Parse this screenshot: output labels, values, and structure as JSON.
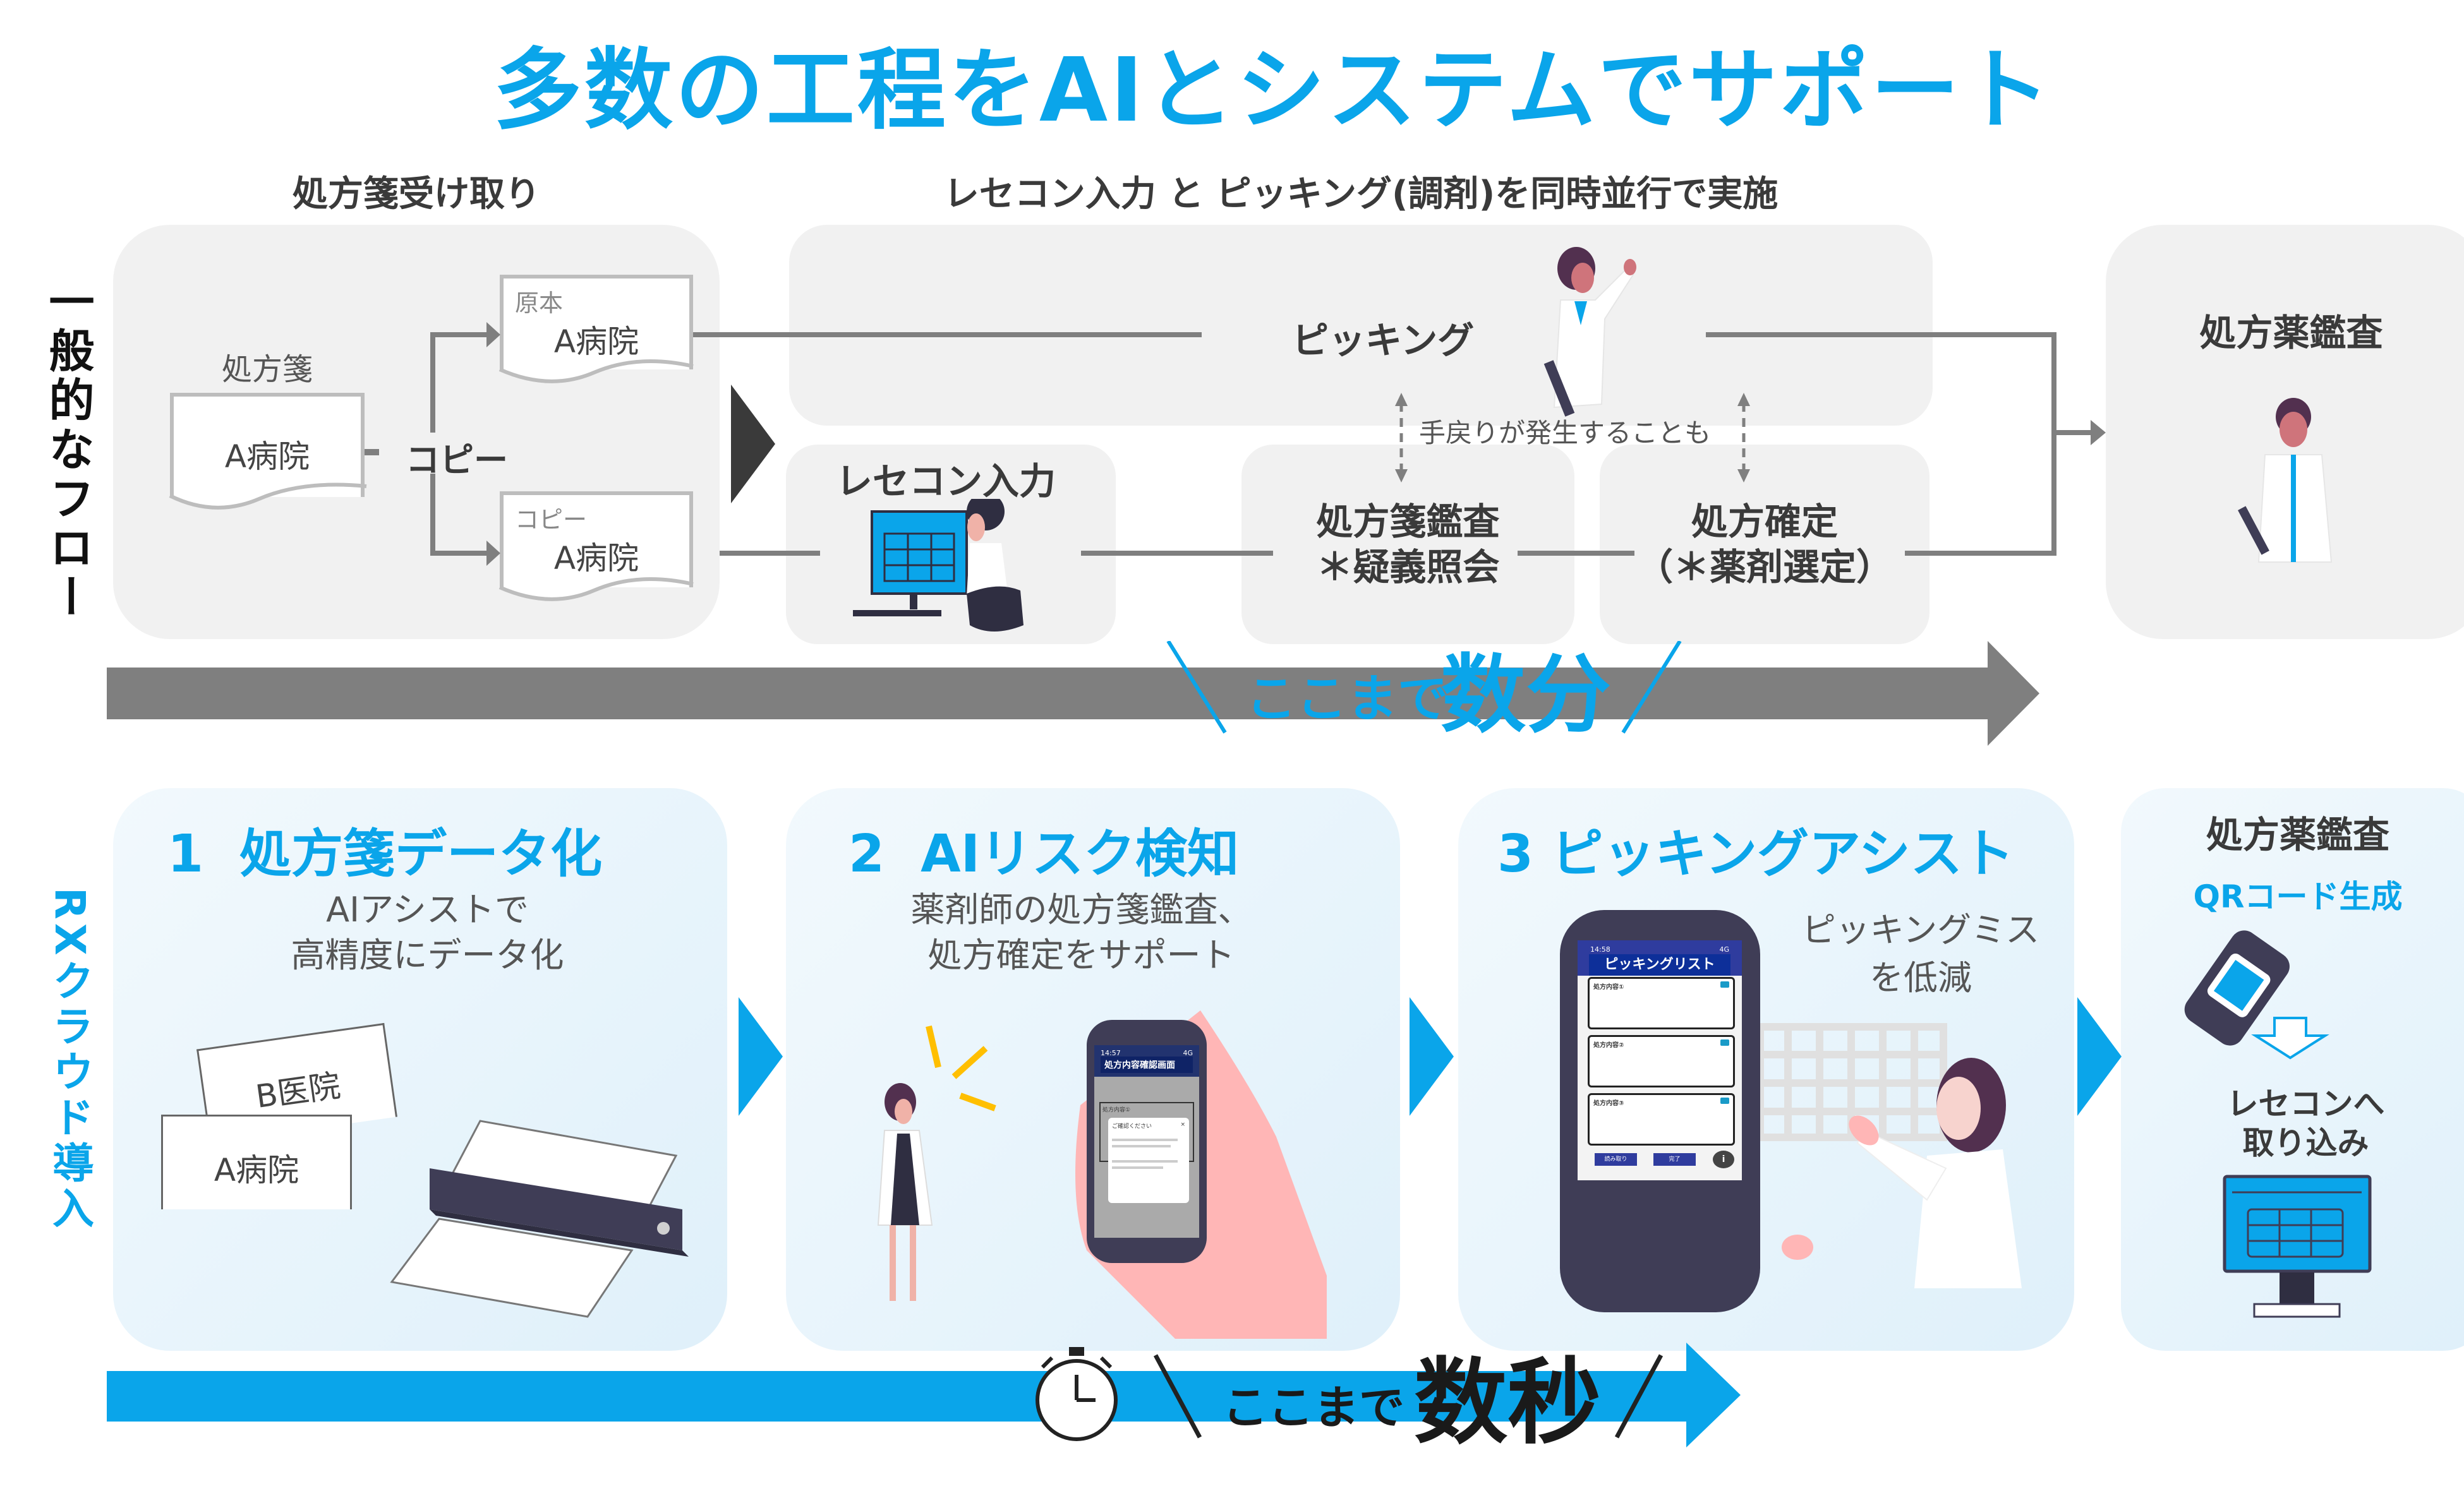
{
  "title": "多数の工程をAIとシステムでサポート",
  "colors": {
    "accent": "#0aa5ea",
    "panel_gray": "#f1f1f1",
    "arrow_gray": "#7f7f7f",
    "text_dark": "#3a3a3a",
    "phone_body": "#3f3d56",
    "app_header": "#1f3a93"
  },
  "general_flow": {
    "side_label": "一般的なフロー",
    "header_receive": "処方箋受け取り",
    "header_parallel": "レセコン入力 と ピッキング(調剤)を同時並行で実施",
    "prescription_label": "処方箋",
    "doc_source": {
      "text": "A病院"
    },
    "doc_original": {
      "tag": "原本",
      "text": "A病院"
    },
    "doc_copy": {
      "tag": "コピー",
      "text": "A病院"
    },
    "copy_label": "コピー",
    "picking": "ピッキング",
    "rework_note": "手戻りが発生することも",
    "recon_input": "レセコン入力",
    "audit": [
      "処方箋鑑査",
      "＊疑義照会"
    ],
    "confirm": [
      "処方確定",
      "（＊薬剤選定）"
    ],
    "final_audit": "処方薬鑑査",
    "time_prefix": "ここまで",
    "time_value": "数分"
  },
  "rx_cloud": {
    "side_label": "RXクラウド導入",
    "steps": [
      {
        "num": "1",
        "title": "処方箋データ化",
        "sub": [
          "AIアシストで",
          "高精度にデータ化"
        ],
        "docs": [
          "B医院",
          "A病院"
        ]
      },
      {
        "num": "2",
        "title": "AIリスク検知",
        "sub": [
          "薬剤師の処方箋鑑査、",
          "処方確定をサポート"
        ],
        "phone": {
          "time": "14:57",
          "network": "4G",
          "screen_title": "処方内容確認画面",
          "card": "処方内容①",
          "dialog_title": "ご確認ください",
          "dialog_close": "×"
        }
      },
      {
        "num": "3",
        "title": "ピッキングアシスト",
        "sub": [
          "ピッキングミス",
          "を低減"
        ],
        "phone": {
          "time": "14:58",
          "network": "4G",
          "screen_title": "ピッキングリスト",
          "cards": [
            "処方内容①",
            "処方内容②",
            "処方内容③"
          ],
          "buttons": [
            "読み取り",
            "完了"
          ],
          "info": "i"
        }
      }
    ],
    "final": {
      "title": "処方薬鑑査",
      "qr": "QRコード生成",
      "import": [
        "レセコンへ",
        "取り込み"
      ]
    },
    "time_prefix": "ここまで",
    "time_value": "数秒"
  }
}
